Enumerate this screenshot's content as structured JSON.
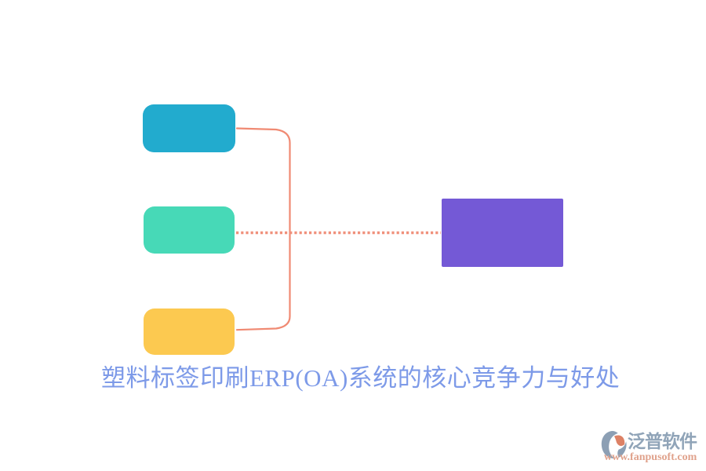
{
  "diagram": {
    "title": "塑料标签印刷ERP(OA)系统的核心竞争力与好处",
    "title_color": "#7D9AE8",
    "connector_color": "#F08A73",
    "dotted_connector_color": "#F0917C",
    "nodes": [
      {
        "id": "branch-top",
        "label": "",
        "color": "#22ABCE"
      },
      {
        "id": "branch-middle",
        "label": "",
        "color": "#47D9B7"
      },
      {
        "id": "branch-bottom",
        "label": "",
        "color": "#FCC950"
      },
      {
        "id": "central",
        "label": "",
        "color": "#7459D6"
      }
    ]
  },
  "watermark": {
    "brand": "泛普软件",
    "url": "www.fanpusoft.com",
    "brand_color": "#90A4B8",
    "url_color": "#E0A28C",
    "logo_gray": "#8C9FB4",
    "logo_orange": "#DD8165"
  }
}
